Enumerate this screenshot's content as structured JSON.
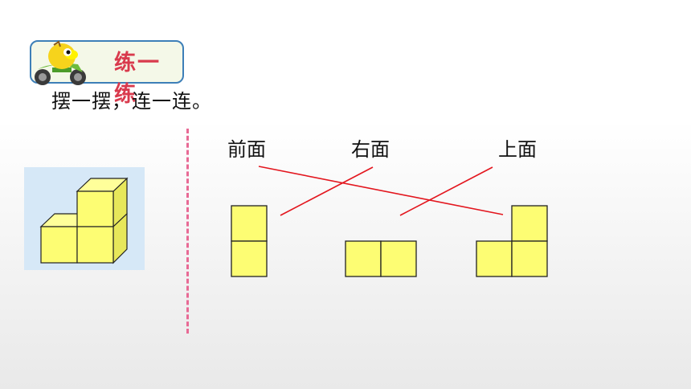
{
  "header": {
    "badge_label": "练一练"
  },
  "instruction": "摆一摆，连一连。",
  "views": {
    "front": "前面",
    "right": "右面",
    "top": "上面"
  },
  "colors": {
    "cube": "#fdfd73",
    "line": "#e3161e",
    "divider": "#e86a95",
    "panel": "#d6e8f7",
    "badge_text": "#d93a4d"
  }
}
